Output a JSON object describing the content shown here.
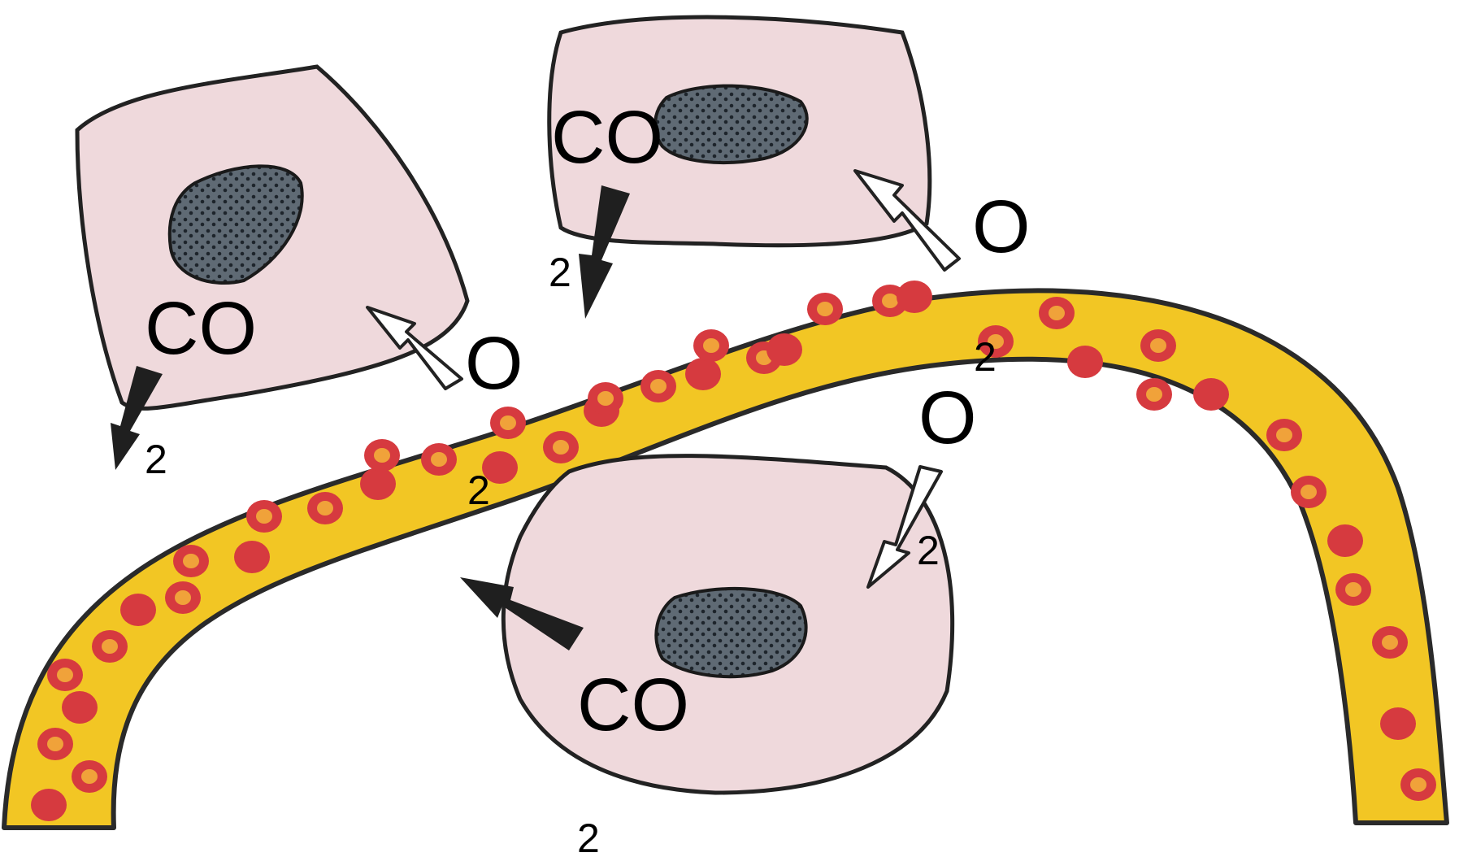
{
  "colors": {
    "cell_fill": "#efd9dc",
    "cell_outline": "#222222",
    "nucleus_fill": "#5f6a74",
    "nucleus_dots": "#1d242b",
    "vessel_fill": "#f2c624",
    "vessel_outline": "#2a2a2a",
    "rbc_fill": "#d63a3f",
    "rbc_center": "#f0a23a",
    "arrow_dark": "#1f1f1f",
    "arrow_light": "#ffffff"
  },
  "labels": {
    "cell_left_co": "CO",
    "cell_left_co_sub": "2",
    "cell_left_o": "O",
    "cell_left_o_sub": "2",
    "cell_top_co": "CO",
    "cell_top_co_sub": "2",
    "cell_top_o": "O",
    "cell_top_o_sub": "2",
    "cell_bottom_o": "O",
    "cell_bottom_o_sub": "2",
    "cell_bottom_co": "CO",
    "cell_bottom_co_sub": "2"
  },
  "icons": {
    "co2_out_arrow": "dark-arrow-icon",
    "o2_in_arrow": "outline-arrow-icon",
    "red_blood_cell": "rbc-icon"
  }
}
